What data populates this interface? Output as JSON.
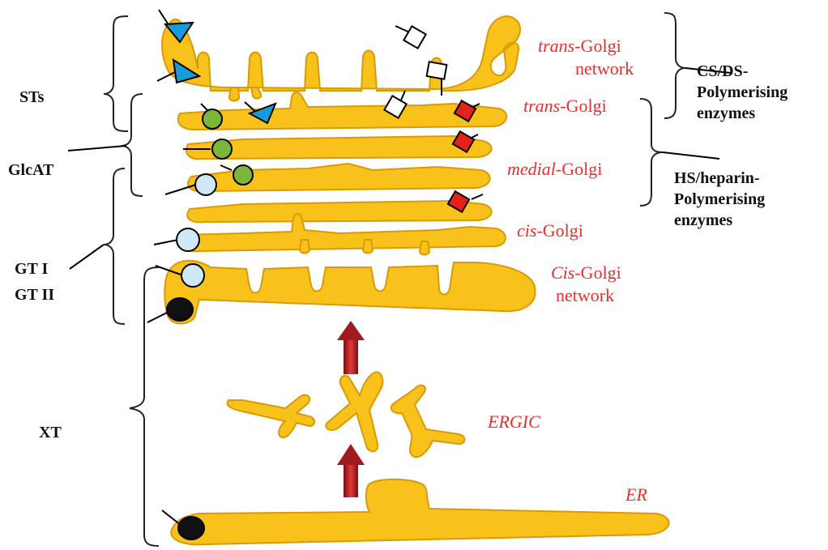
{
  "compartments": {
    "tgn_line1_italic": "trans",
    "tgn_line1_rest": "-Golgi",
    "tgn_line2": "network",
    "trans_italic": "trans",
    "trans_rest": "-Golgi",
    "medial_italic": "medial",
    "medial_rest": "-Golgi",
    "cis_italic": "cis",
    "cis_rest": "-Golgi",
    "cgn_line1_italic": "Cis",
    "cgn_line1_rest": "-Golgi",
    "cgn_line2": "network",
    "ergic": "ERGIC",
    "er": "ER"
  },
  "enzymes": {
    "sts": "STs",
    "glcat": "GlcAT",
    "gt1": "GT I",
    "gt2": "GT II",
    "xt": "XT"
  },
  "polymerising": {
    "csds_line1": "CS/DS-",
    "csds_line2": "Polymerising",
    "csds_line3": "enzymes",
    "hs_line1": "HS/heparin-",
    "hs_line2": "Polymerising",
    "hs_line3": "enzymes"
  },
  "colors": {
    "golgi_fill": "#f9c21b",
    "label_red": "#e5302f",
    "st_triangle": "#1a9ad8",
    "glcat_circle": "#7bb83a",
    "gt_circle": "#cfe8f7",
    "xt_circle": "#111111",
    "hs_square": "#e2231a",
    "csds_square": "#ffffff",
    "arrow": "#b81e23"
  }
}
